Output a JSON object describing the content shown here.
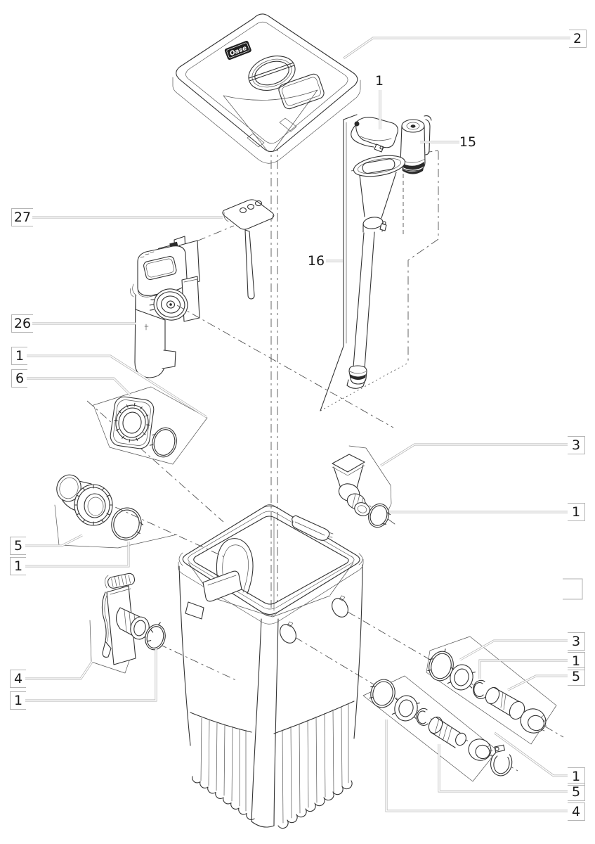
{
  "diagram": {
    "page_type": "exploded-parts-diagram",
    "subject": "pond-filter-exploded-view",
    "lid_badge": "Oase",
    "colors": {
      "line": "#333333",
      "leader": "#b0b0b0",
      "background": "#ffffff",
      "badge": "#1f1f1f"
    },
    "callouts": [
      {
        "id": "skimmer-cap",
        "label": "1"
      },
      {
        "id": "lid",
        "label": "2"
      },
      {
        "id": "cleaning-rotor",
        "label": "15"
      },
      {
        "id": "controller",
        "label": "27"
      },
      {
        "id": "riser-tube",
        "label": "16"
      },
      {
        "id": "uvc-unit",
        "label": "26"
      },
      {
        "id": "uvc-seal",
        "label": "1"
      },
      {
        "id": "quick-release-cover",
        "label": "6"
      },
      {
        "id": "outlet-elbow",
        "label": "5"
      },
      {
        "id": "elbow-seal",
        "label": "1"
      },
      {
        "id": "inlet-funnel",
        "label": "3"
      },
      {
        "id": "inlet-seal",
        "label": "1"
      },
      {
        "id": "bracket-assembly",
        "label": "4"
      },
      {
        "id": "bracket-seal",
        "label": "1"
      },
      {
        "id": "upper-adapter-group",
        "label": "3"
      },
      {
        "id": "upper-adapter-seal",
        "label": "1"
      },
      {
        "id": "upper-adapter-sleeve",
        "label": "5"
      },
      {
        "id": "lower-adapter-seal",
        "label": "1"
      },
      {
        "id": "lower-adapter-sleeve",
        "label": "5"
      },
      {
        "id": "lower-adapter-group",
        "label": "4"
      }
    ]
  }
}
